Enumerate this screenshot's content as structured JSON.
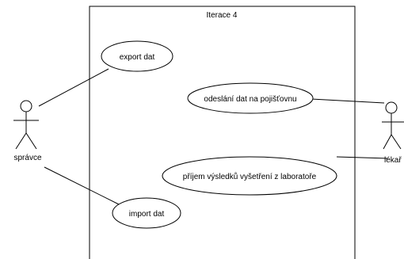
{
  "system_boundary": {
    "title": "Iterace 4"
  },
  "actors": {
    "spravce": {
      "label": "správce"
    },
    "lekar": {
      "label": "lékař"
    }
  },
  "use_cases": {
    "export": {
      "label": "export dat"
    },
    "odeslani": {
      "label": "odeslání dat na pojišťovnu"
    },
    "prijem": {
      "label": "příjem výsledků vyšetření z laboratoře"
    },
    "import": {
      "label": "import dat"
    }
  },
  "colors": {
    "line": "#000000",
    "background": "#ffffff"
  }
}
